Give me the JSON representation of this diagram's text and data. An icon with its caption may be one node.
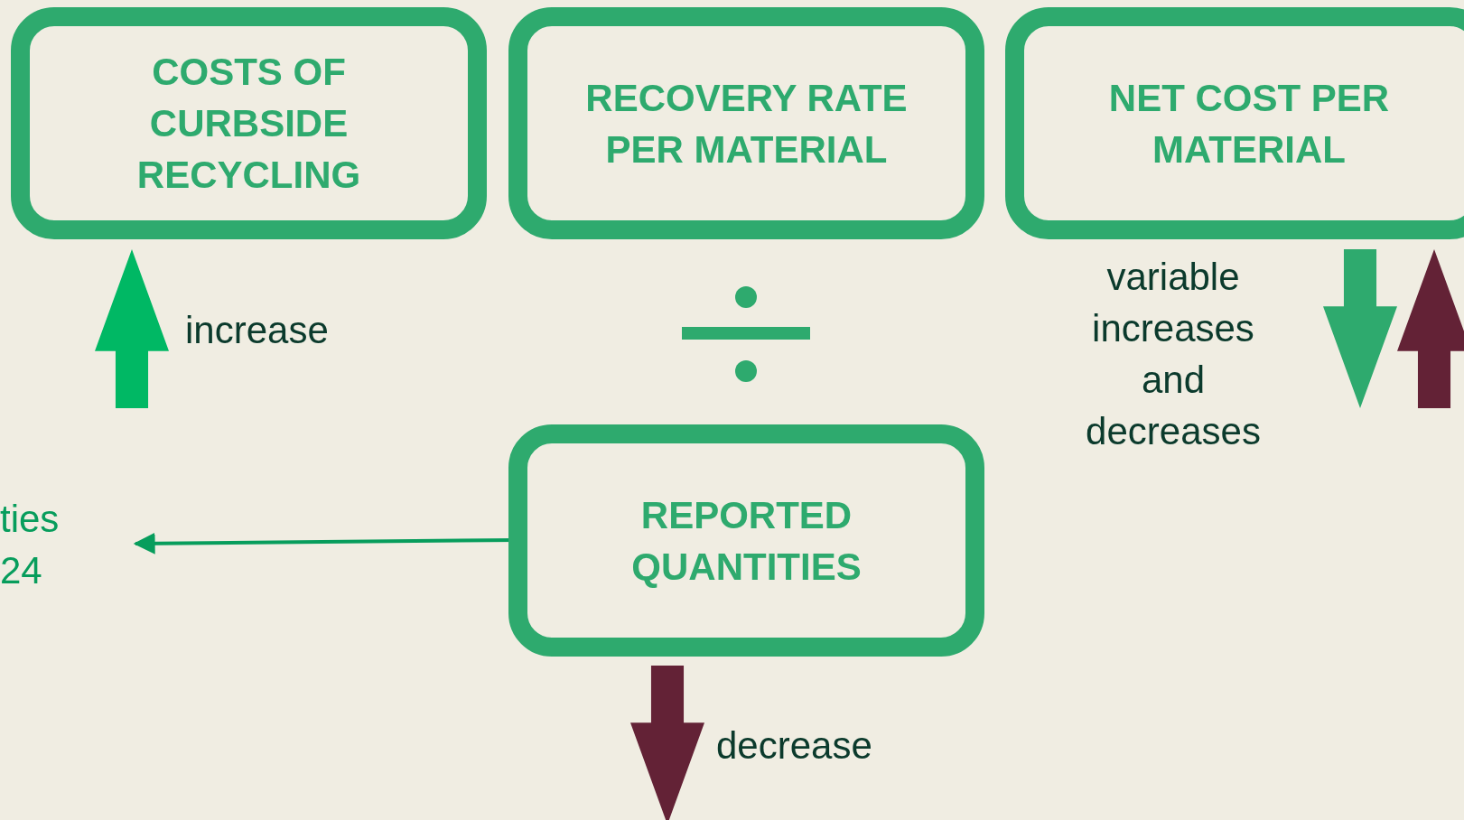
{
  "diagram": {
    "nodes": [
      {
        "text": [
          "COSTS OF CURBSIDE RECYCLING"
        ]
      },
      {
        "text": [
          "RECOVERY RATE PER MATERIAL"
        ]
      },
      {
        "text": [
          "NET COST PER MATERIAL"
        ]
      },
      {
        "text": [
          "REPORTED QUANTITIES"
        ]
      },
      {
        "text": [
          "ties 24"
        ]
      }
    ],
    "edges": [
      {
        "from": 3,
        "to": 4,
        "arrow": "to"
      }
    ],
    "labels": [
      "increase",
      "variable increases and decreases",
      "decrease"
    ]
  }
}
